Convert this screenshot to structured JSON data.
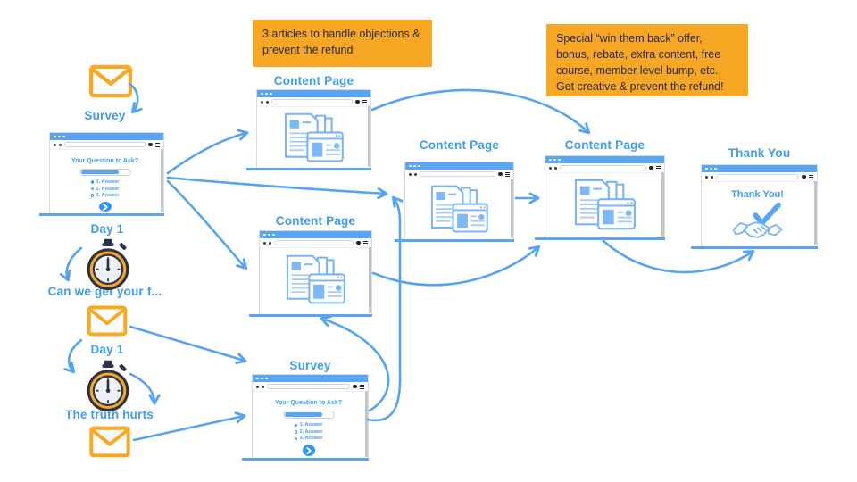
{
  "colors": {
    "accent_blue": "#55A4F3",
    "label_blue": "#3E9DF0",
    "chrome_blue": "#58A5F3",
    "orange": "#F8A724",
    "dark_text": "#262B35"
  },
  "callouts": {
    "objections": "3 articles to handle objections & prevent the refund",
    "win_back": "Special “win them back” offer, bonus, rebate, extra content, free course, member level bump, etc. Get creative & prevent the refund!"
  },
  "labels": {
    "survey_top": "Survey",
    "day_1_first": "Day 1",
    "email_feedback": "Can we get your f...",
    "day_1_second": "Day 1",
    "email_truth": "The truth hurts",
    "content_page": "Content Page",
    "survey_bottom": "Survey",
    "thank_you": "Thank You"
  },
  "survey_window": {
    "question": "Your Question to Ask?",
    "answers": [
      "1. Answer",
      "2. Answer",
      "3. Answer"
    ]
  },
  "thank_you_window": {
    "message": "Thank You!"
  },
  "icons": {
    "email": "envelope-icon",
    "delay": "stopwatch-icon",
    "content": "articles-icon",
    "success": "handshake-check-icon"
  }
}
